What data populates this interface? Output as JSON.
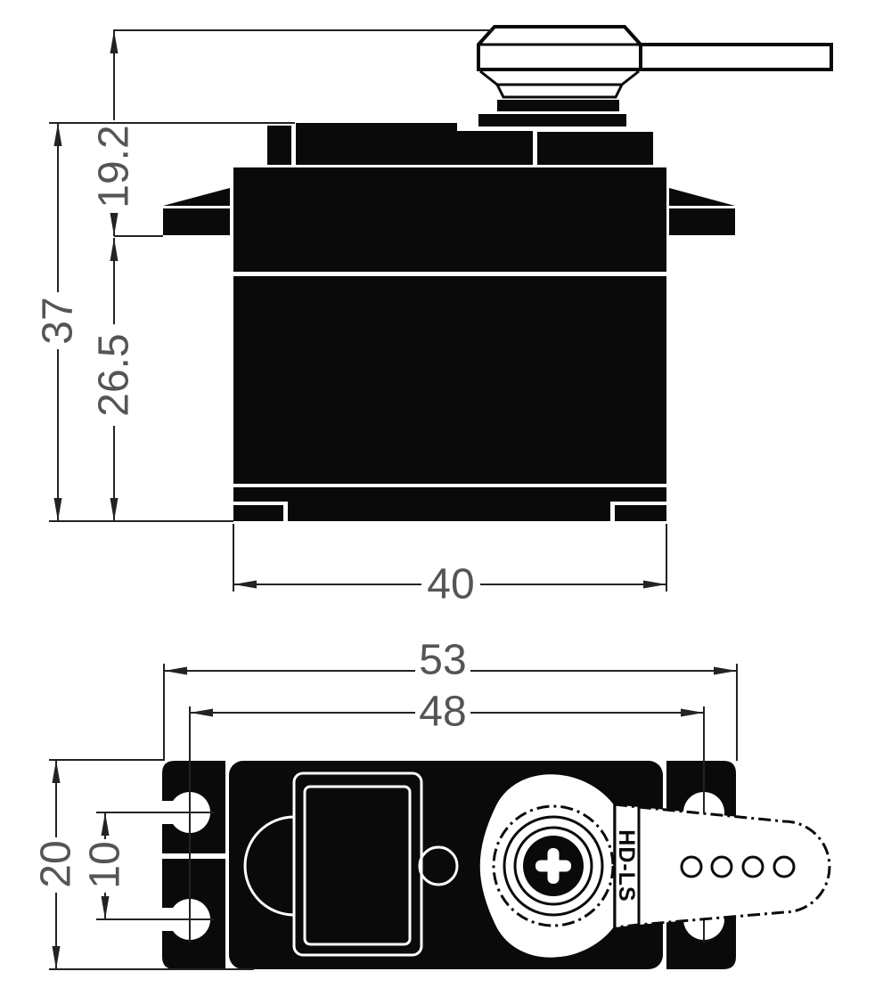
{
  "drawing": {
    "brand_label": "HD-LS",
    "side_view_dims": {
      "horn_height": "19.2",
      "overall_height": "37",
      "body_height": "26.5",
      "body_width": "40"
    },
    "top_view_dims": {
      "overall_length": "53",
      "mount_hole_span": "48",
      "body_width": "20",
      "ear_hole_pitch": "10"
    }
  }
}
